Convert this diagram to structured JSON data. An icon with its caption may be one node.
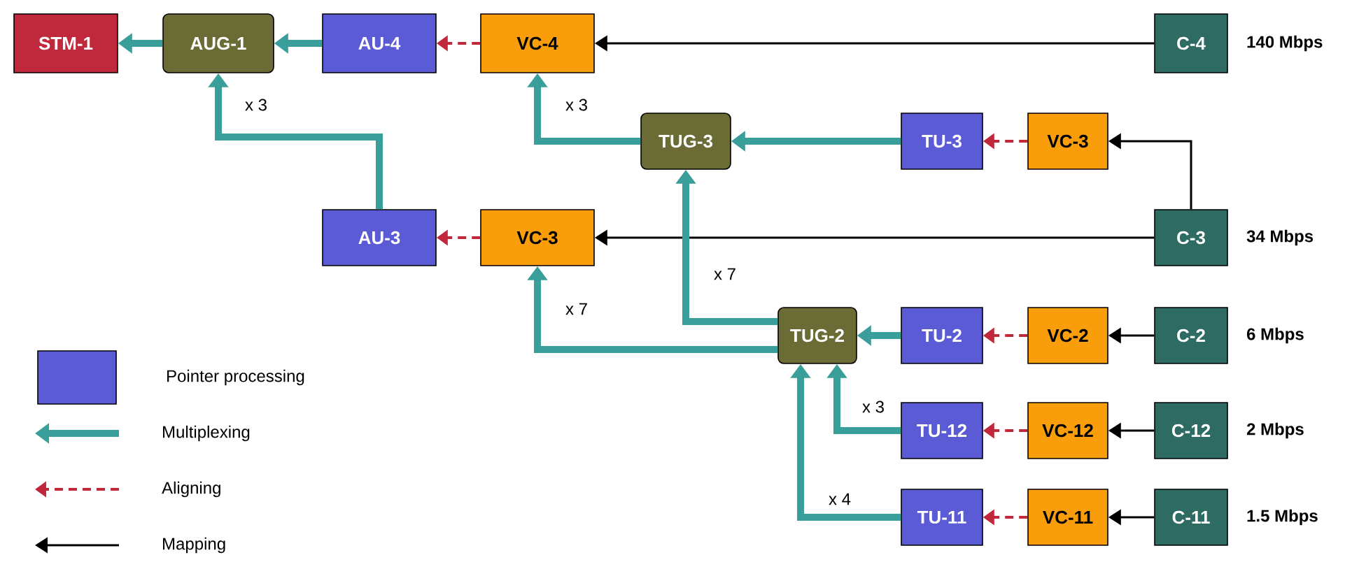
{
  "diagram": {
    "nodes": [
      {
        "text": [
          "STM-1"
        ]
      },
      {
        "text": [
          "AUG-1"
        ]
      },
      {
        "text": [
          "AU-4"
        ]
      },
      {
        "text": [
          "VC-4"
        ]
      },
      {
        "text": [
          "C-4"
        ],
        "beside": [
          "140 Mbps"
        ]
      },
      {
        "text": [
          "TUG-3"
        ]
      },
      {
        "text": [
          "TU-3"
        ]
      },
      {
        "text": [
          "VC-3"
        ]
      },
      {
        "text": [
          "AU-3"
        ]
      },
      {
        "text": [
          "VC-3"
        ]
      },
      {
        "text": [
          "C-3"
        ],
        "beside": [
          "34 Mbps"
        ]
      },
      {
        "text": [
          "TUG-2"
        ]
      },
      {
        "text": [
          "TU-2"
        ]
      },
      {
        "text": [
          "VC-2"
        ]
      },
      {
        "text": [
          "C-2"
        ],
        "beside": [
          "6 Mbps"
        ]
      },
      {
        "text": [
          "TU-12"
        ]
      },
      {
        "text": [
          "VC-12"
        ]
      },
      {
        "text": [
          "C-12"
        ],
        "beside": [
          "2 Mbps"
        ]
      },
      {
        "text": [
          "TU-11"
        ]
      },
      {
        "text": [
          "VC-11"
        ]
      },
      {
        "text": [
          "C-11"
        ],
        "beside": [
          "1.5 Mbps"
        ]
      }
    ],
    "edges": [
      {
        "from": 1,
        "to": 0,
        "arrow": "to",
        "style": "thick"
      },
      {
        "from": 2,
        "to": 1,
        "arrow": "to",
        "style": "thick"
      },
      {
        "from": 3,
        "to": 2,
        "arrow": "to",
        "style": "dashed",
        "color": "#c0283c"
      },
      {
        "from": 4,
        "to": 3,
        "arrow": "to",
        "color": "#000000"
      },
      {
        "from": 8,
        "to": 1,
        "arrow": "to",
        "style": "thick",
        "label": "x 3"
      },
      {
        "from": 5,
        "to": 3,
        "arrow": "to",
        "style": "thick",
        "label": "x 3"
      },
      {
        "from": 6,
        "to": 5,
        "arrow": "to",
        "style": "thick"
      },
      {
        "from": 7,
        "to": 6,
        "arrow": "to",
        "style": "dashed",
        "color": "#c0283c"
      },
      {
        "from": 10,
        "to": 7,
        "arrow": "to",
        "color": "#000000"
      },
      {
        "from": 9,
        "to": 8,
        "arrow": "to",
        "style": "dashed",
        "color": "#c0283c"
      },
      {
        "from": 10,
        "to": 9,
        "arrow": "to",
        "color": "#000000"
      },
      {
        "from": 11,
        "to": 5,
        "arrow": "to",
        "style": "thick",
        "label": "x 7"
      },
      {
        "from": 11,
        "to": 9,
        "arrow": "to",
        "style": "thick",
        "label": "x 7"
      },
      {
        "from": 12,
        "to": 11,
        "arrow": "to",
        "style": "thick"
      },
      {
        "from": 13,
        "to": 12,
        "arrow": "to",
        "style": "dashed",
        "color": "#c0283c"
      },
      {
        "from": 14,
        "to": 13,
        "arrow": "to",
        "color": "#000000"
      },
      {
        "from": 15,
        "to": 11,
        "arrow": "to",
        "style": "thick",
        "label": "x 3"
      },
      {
        "from": 16,
        "to": 15,
        "arrow": "to",
        "style": "dashed",
        "color": "#c0283c"
      },
      {
        "from": 17,
        "to": 16,
        "arrow": "to",
        "color": "#000000"
      },
      {
        "from": 18,
        "to": 11,
        "arrow": "to",
        "style": "thick",
        "label": "x 4"
      },
      {
        "from": 19,
        "to": 18,
        "arrow": "to",
        "style": "dashed",
        "color": "#c0283c"
      },
      {
        "from": 20,
        "to": 19,
        "arrow": "to",
        "color": "#000000"
      }
    ],
    "legend": [
      {
        "text": "Pointer processing",
        "color": "#5b5bd6"
      },
      {
        "text": "Multiplexing"
      },
      {
        "text": "Aligning"
      },
      {
        "text": "Mapping"
      }
    ]
  }
}
